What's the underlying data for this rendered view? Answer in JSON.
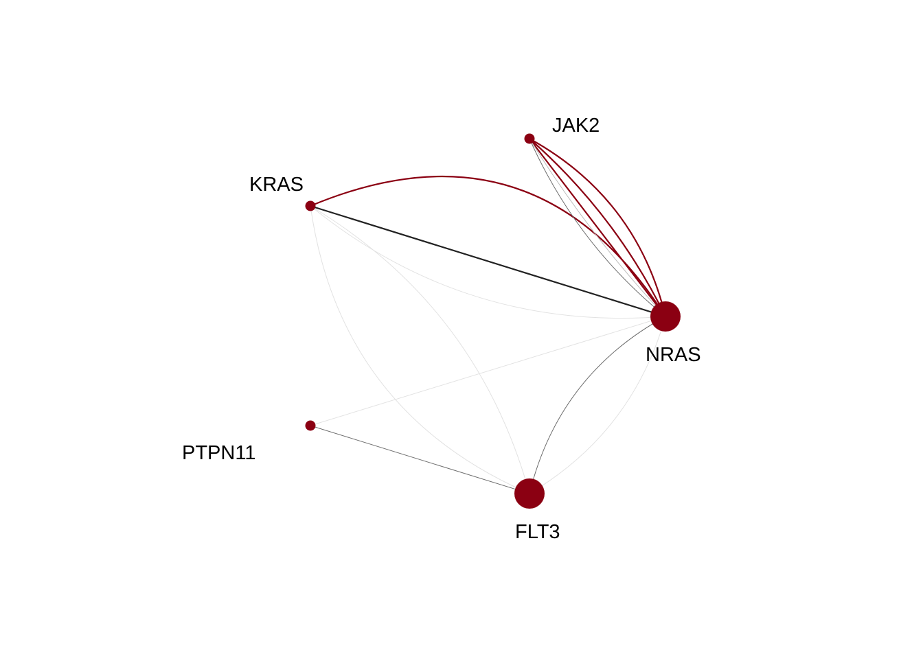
{
  "colors": {
    "node": "#8b0012",
    "edge_red": "#8b0012",
    "edge_dark": "#222222",
    "edge_gray": "#6e6e6e",
    "edge_light": "#bdbdbd",
    "edge_faint": "#e2e2e2",
    "background": "#ffffff"
  },
  "nodes": [
    {
      "id": "JAK2",
      "label": "JAK2",
      "size": "small"
    },
    {
      "id": "KRAS",
      "label": "KRAS",
      "size": "small"
    },
    {
      "id": "NRAS",
      "label": "NRAS",
      "size": "large"
    },
    {
      "id": "PTPN11",
      "label": "PTPN11",
      "size": "small"
    },
    {
      "id": "FLT3",
      "label": "FLT3",
      "size": "large"
    }
  ],
  "edges": [
    {
      "from": "KRAS",
      "to": "NRAS",
      "style": "red"
    },
    {
      "from": "KRAS",
      "to": "NRAS",
      "style": "dark"
    },
    {
      "from": "KRAS",
      "to": "NRAS",
      "style": "faint"
    },
    {
      "from": "JAK2",
      "to": "NRAS",
      "style": "red"
    },
    {
      "from": "JAK2",
      "to": "NRAS",
      "style": "red"
    },
    {
      "from": "JAK2",
      "to": "NRAS",
      "style": "red"
    },
    {
      "from": "JAK2",
      "to": "NRAS",
      "style": "gray"
    },
    {
      "from": "JAK2",
      "to": "NRAS",
      "style": "light"
    },
    {
      "from": "KRAS",
      "to": "FLT3",
      "style": "faint"
    },
    {
      "from": "KRAS",
      "to": "FLT3",
      "style": "faint"
    },
    {
      "from": "PTPN11",
      "to": "NRAS",
      "style": "faint"
    },
    {
      "from": "PTPN11",
      "to": "FLT3",
      "style": "gray"
    },
    {
      "from": "NRAS",
      "to": "FLT3",
      "style": "gray"
    },
    {
      "from": "NRAS",
      "to": "FLT3",
      "style": "faint"
    }
  ]
}
